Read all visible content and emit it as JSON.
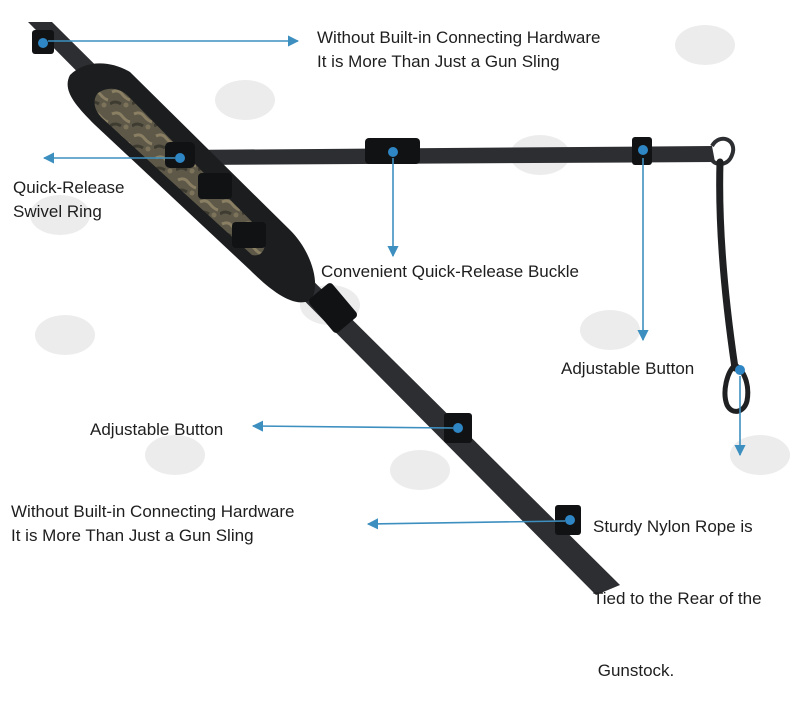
{
  "colors": {
    "strap": "#2c2e31",
    "pad": "#1c1d1f",
    "camo": "#6b6552",
    "arrow": "#3d8fc0",
    "dot": "#2f86c4",
    "watermark": "#ececec"
  },
  "callouts": {
    "top_right": {
      "line1": "Without Built-in Connecting Hardware",
      "line2": "It is More Than Just a Gun Sling"
    },
    "swivel": {
      "line1": "Quick-Release",
      "line2": "Swivel Ring"
    },
    "buckle": {
      "text": "Convenient Quick-Release Buckle"
    },
    "adj_right": {
      "text": "Adjustable Button"
    },
    "adj_left": {
      "text": "Adjustable Button"
    },
    "rope": {
      "line1": "Sturdy Nylon Rope is",
      "line2": "Tied to the Rear of the",
      "line3": " Gunstock."
    },
    "bottom_left": {
      "line1": "Without Built-in Connecting Hardware",
      "line2": "It is More Than Just a Gun Sling"
    }
  }
}
